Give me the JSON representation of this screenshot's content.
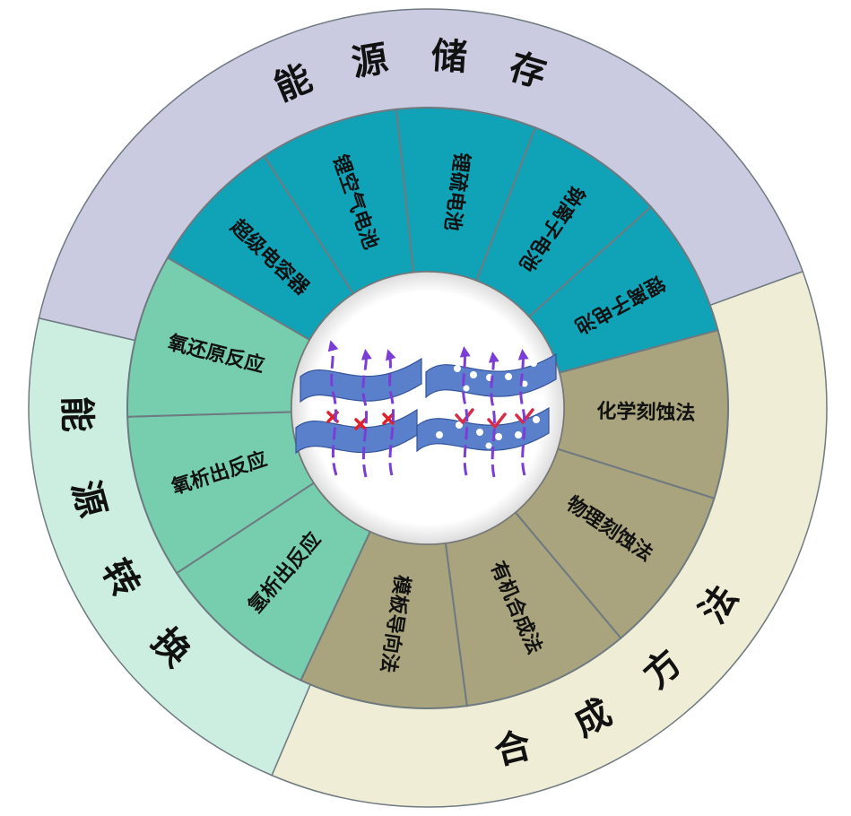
{
  "outer_ring": [
    {
      "id": "storage",
      "title": "能源储存",
      "color": "#cacbe0"
    },
    {
      "id": "synthesis",
      "title": "合成方法",
      "color": "#efedd5"
    },
    {
      "id": "conversion",
      "title": "能源转换",
      "color": "#cceee0"
    }
  ],
  "inner_ring": {
    "storage": {
      "color": "#10a2b6",
      "items": [
        "超级电容器",
        "锂空气电池",
        "锂硫电池",
        "钠离子电池",
        "锂离子电池"
      ]
    },
    "synthesis": {
      "color": "#a9a47e",
      "items": [
        "化学刻蚀法",
        "物理刻蚀法",
        "有机合成法",
        "模板导向法"
      ]
    },
    "conversion": {
      "color": "#76ceaf",
      "items": [
        "氢析出反应",
        "氧析出反应",
        "氧还原反应"
      ]
    }
  },
  "colors": {
    "separator": "#6f7a80",
    "sheet": "#5a80cc",
    "sheet_edge": "#33539a",
    "arrow": "#7a3ed6",
    "cross": "#e0202a",
    "check": "#d92c4a"
  }
}
